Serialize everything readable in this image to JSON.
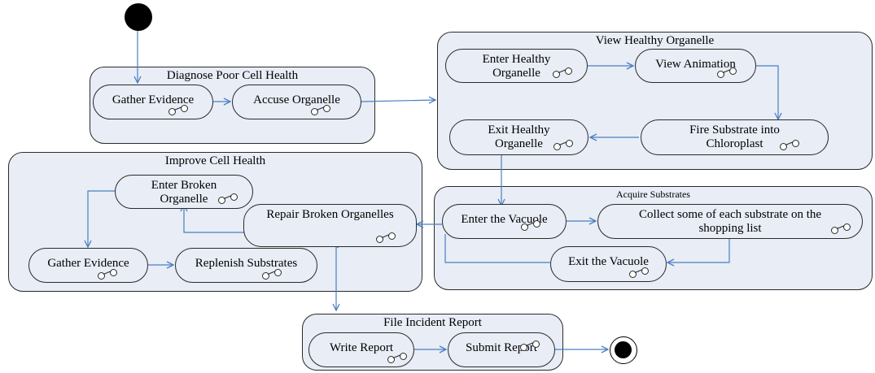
{
  "groups": {
    "diagnose": {
      "title": "Diagnose Poor Cell Health"
    },
    "view_healthy": {
      "title": "View Healthy Organelle"
    },
    "improve": {
      "title": "Improve Cell Health"
    },
    "acquire": {
      "title": "Acquire Substrates"
    },
    "file_report": {
      "title": "File Incident Report"
    }
  },
  "states": {
    "gather_evidence_1": "Gather Evidence",
    "accuse_organelle": "Accuse Organelle",
    "enter_healthy_organelle": "Enter Healthy\nOrganelle",
    "view_animation": "View Animation",
    "exit_healthy_organelle": "Exit Healthy\nOrganelle",
    "fire_substrate": "Fire Substrate into\nChloroplast",
    "enter_broken_organelle": "Enter Broken\nOrganelle",
    "repair_broken_organelles": "Repair Broken Organelles",
    "gather_evidence_2": "Gather Evidence",
    "replenish_substrates": "Replenish Substrates",
    "enter_vacuole": "Enter the Vacuole",
    "collect_substrate": "Collect some of each substrate on the\nshopping list",
    "exit_vacuole": "Exit the Vacuole",
    "write_report": "Write Report",
    "submit_report": "Submit Report"
  },
  "colors": {
    "fill": "#e8edf6",
    "border": "#2a2a2a",
    "arrow": "#4a7fc1"
  }
}
